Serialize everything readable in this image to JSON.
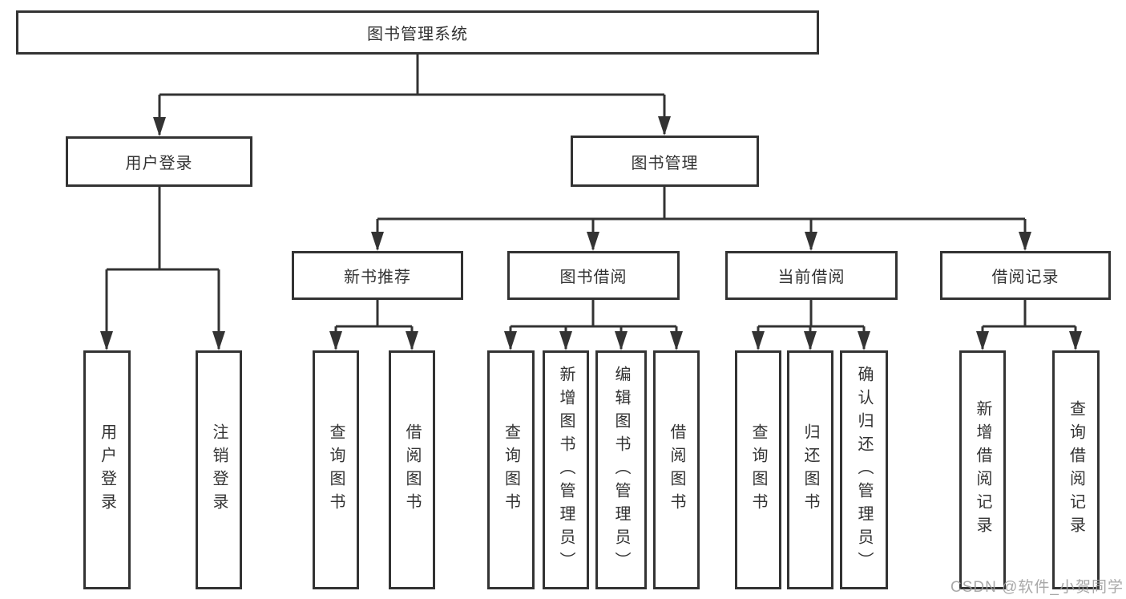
{
  "diagram": {
    "tree": {
      "label": "图书管理系统",
      "children": [
        {
          "label": "用户登录",
          "children": [
            {
              "label": "用户登录"
            },
            {
              "label": "注销登录"
            }
          ]
        },
        {
          "label": "图书管理",
          "children": [
            {
              "label": "新书推荐",
              "children": [
                {
                  "label": "查询图书"
                },
                {
                  "label": "借阅图书"
                }
              ]
            },
            {
              "label": "图书借阅",
              "children": [
                {
                  "label": "查询图书"
                },
                {
                  "label": "新增图书（管理员）"
                },
                {
                  "label": "编辑图书（管理员）"
                },
                {
                  "label": "借阅图书"
                }
              ]
            },
            {
              "label": "当前借阅",
              "children": [
                {
                  "label": "查询图书"
                },
                {
                  "label": "归还图书"
                },
                {
                  "label": "确认归还（管理员）"
                }
              ]
            },
            {
              "label": "借阅记录",
              "children": [
                {
                  "label": "新增借阅记录"
                },
                {
                  "label": "查询借阅记录"
                }
              ]
            }
          ]
        }
      ]
    },
    "colors": {
      "line": "#333333",
      "border": "#333333",
      "text": "#333333",
      "background": "#ffffff",
      "watermark": "#9e9e9e"
    }
  },
  "watermark": {
    "text": "CSDN @软件_小贺同学"
  }
}
